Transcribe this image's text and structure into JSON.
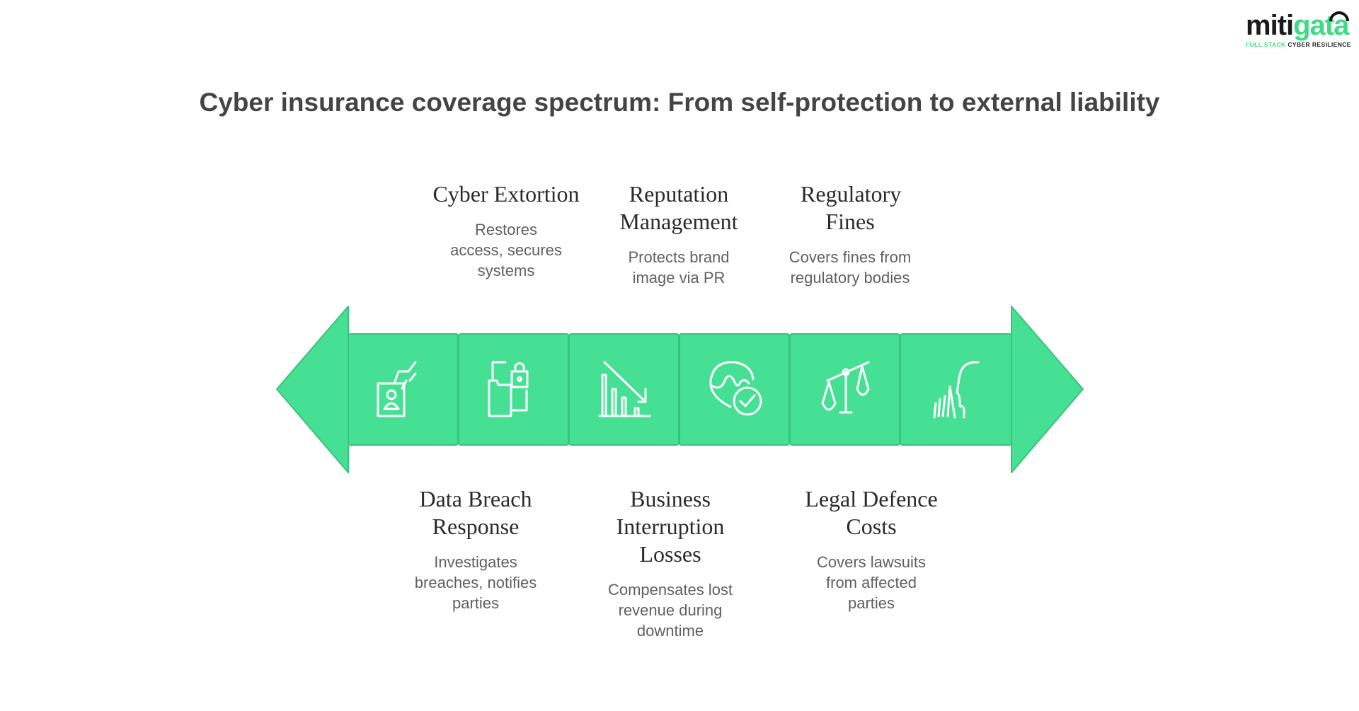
{
  "title": "Cyber insurance coverage spectrum: From self-protection to external liability",
  "logo": {
    "word_dark": "miti",
    "word_green": "gata",
    "tag_green": "FULL STACK",
    "tag_dark": "CYBER RESILIENCE"
  },
  "colors": {
    "accent": "#46e094",
    "border": "#3bc27c",
    "icon": "#ffffff"
  },
  "top_items": [
    {
      "title": "Cyber Extortion",
      "desc": "Restores access, secures systems"
    },
    {
      "title": "Reputation Management",
      "desc": "Protects brand image via PR"
    },
    {
      "title": "Regulatory Fines",
      "desc": "Covers fines from regulatory bodies"
    }
  ],
  "bottom_items": [
    {
      "title": "Data Breach Response",
      "desc": "Investigates breaches, notifies parties"
    },
    {
      "title": "Business Interruption Losses",
      "desc": "Compensates lost revenue during downtime"
    },
    {
      "title": "Legal Defence Costs",
      "desc": "Covers lawsuits from affected parties"
    }
  ],
  "icons": [
    "id-card-hand-icon",
    "folder-lock-icon",
    "declining-chart-icon",
    "reputation-check-icon",
    "scales-icon",
    "silence-gesture-icon"
  ]
}
